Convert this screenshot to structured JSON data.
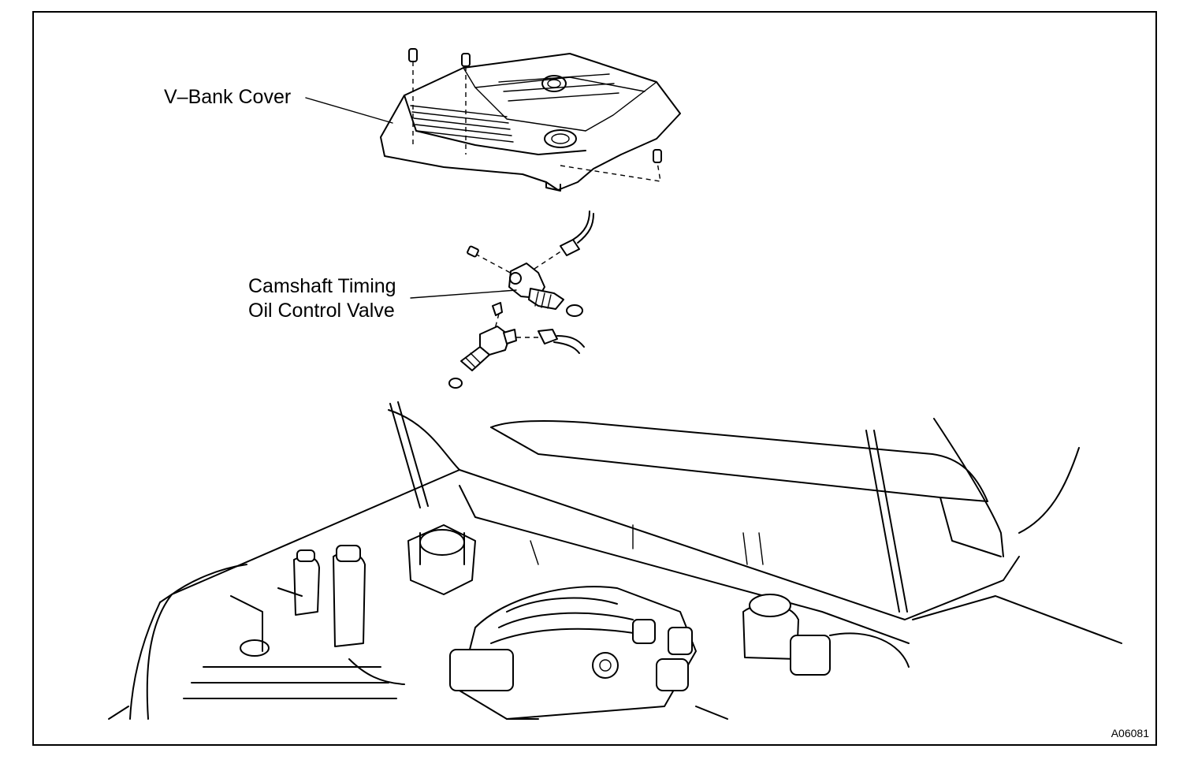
{
  "callouts": {
    "v_bank_cover": "V–Bank Cover",
    "cam_valve_line1": "Camshaft Timing",
    "cam_valve_line2": "Oil Control Valve"
  },
  "figure_code": "A06081"
}
